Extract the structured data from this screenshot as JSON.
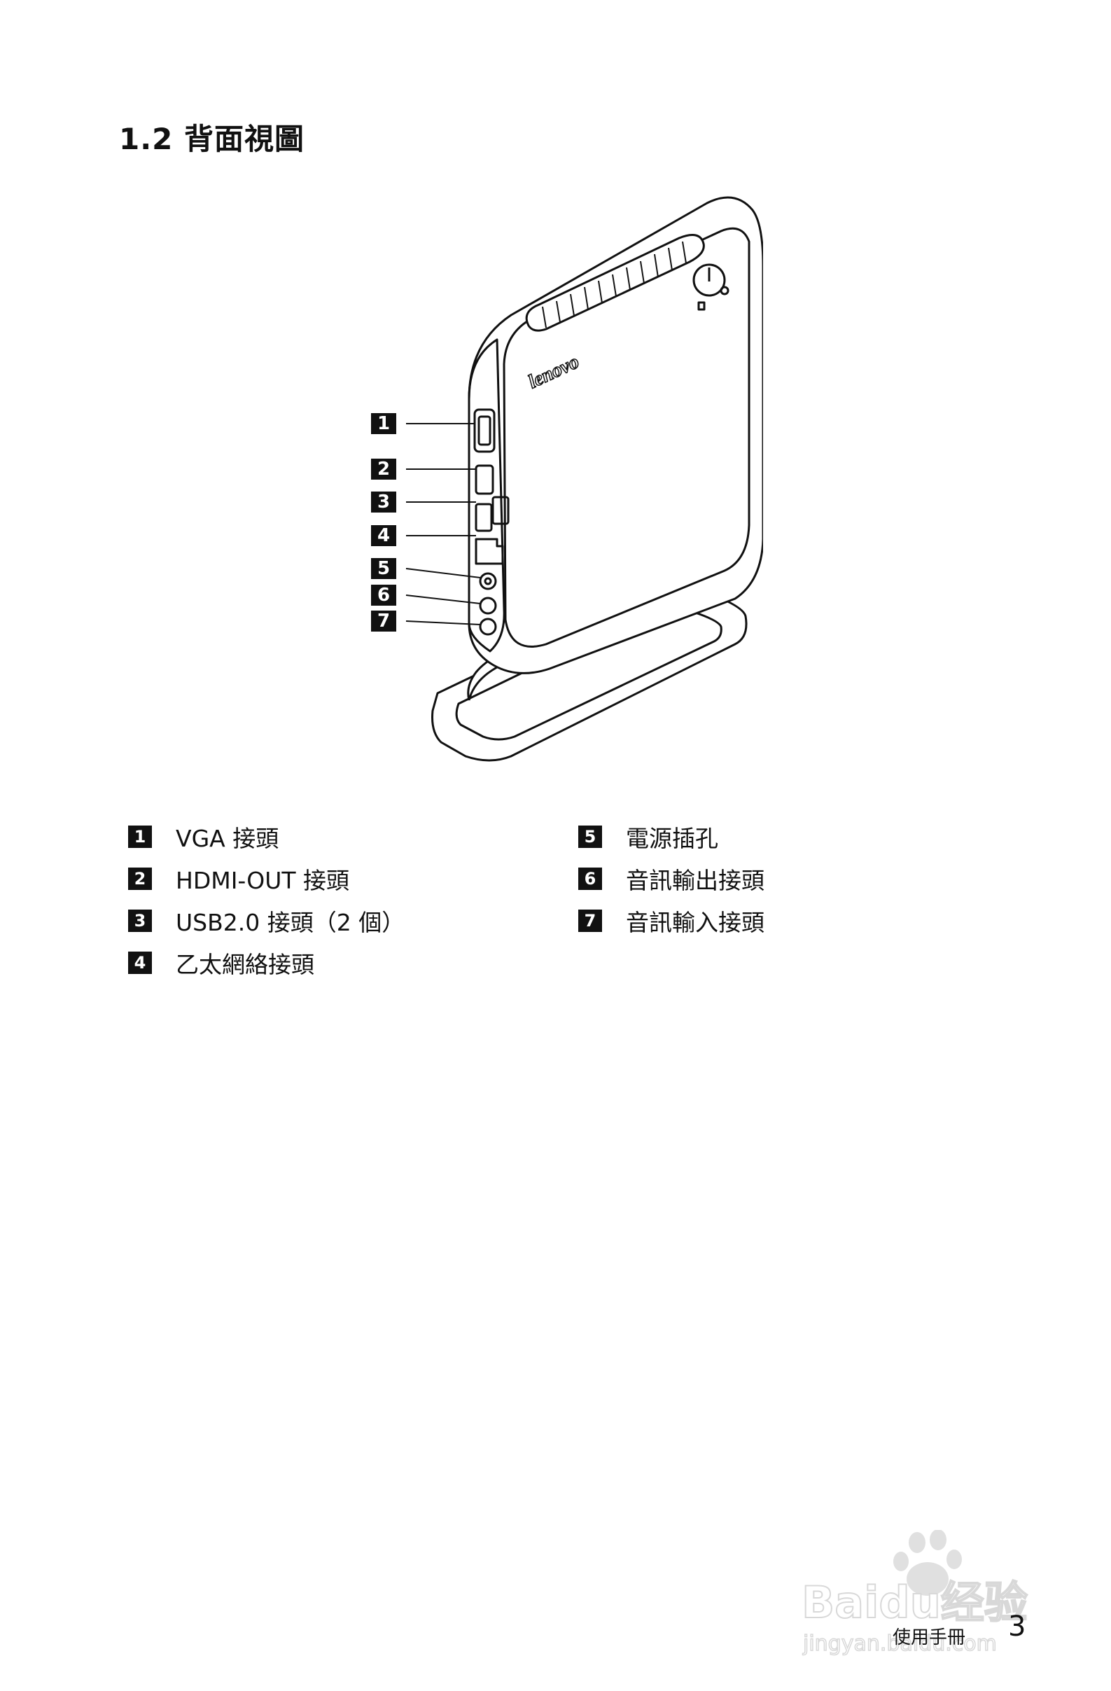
{
  "heading": "1.2 背面視圖",
  "callouts": [
    "1",
    "2",
    "3",
    "4",
    "5",
    "6",
    "7"
  ],
  "device_logo": "lenovo",
  "legend": {
    "left": [
      {
        "num": "1",
        "label": "VGA 接頭"
      },
      {
        "num": "2",
        "label": "HDMI-OUT 接頭"
      },
      {
        "num": "3",
        "label": "USB2.0 接頭（2 個）"
      },
      {
        "num": "4",
        "label": "乙太網絡接頭"
      }
    ],
    "right": [
      {
        "num": "5",
        "label": "電源插孔"
      },
      {
        "num": "6",
        "label": "音訊輸出接頭"
      },
      {
        "num": "7",
        "label": "音訊輸入接頭"
      }
    ]
  },
  "footer": {
    "title": "使用手冊",
    "page": "3"
  },
  "watermark": {
    "brand": "Baidu经验",
    "url": "jingyan.baidu.com"
  },
  "icons": [
    "power-button-icon",
    "hdd-led-icon",
    "vga-port-icon",
    "hdmi-port-icon",
    "usb-port-icon",
    "ethernet-port-icon",
    "audio-jack-icon"
  ]
}
